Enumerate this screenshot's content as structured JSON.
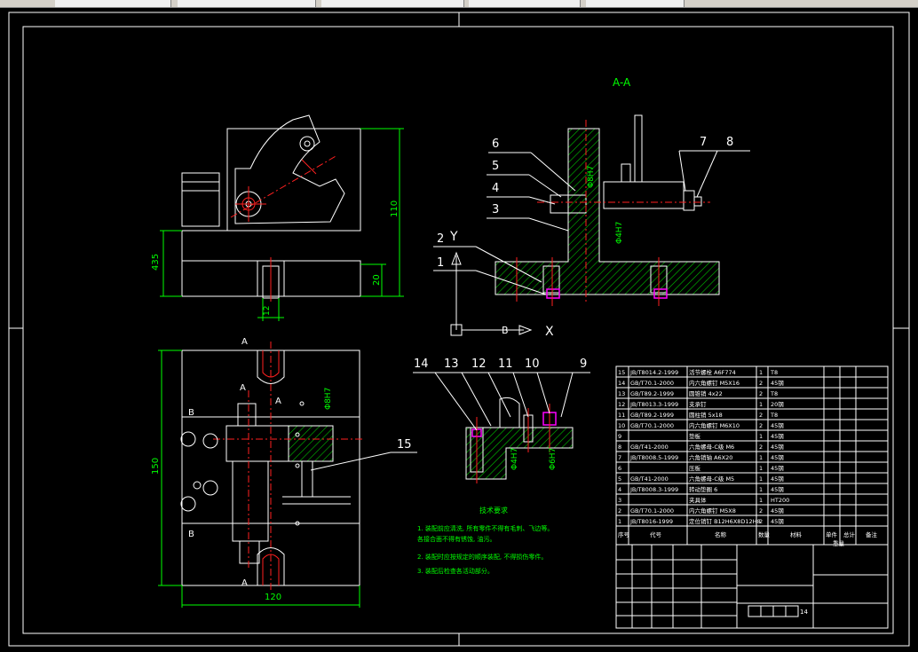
{
  "section_label": "A-A",
  "axis": {
    "y": "Y",
    "x": "X",
    "b": "B"
  },
  "view_labels": {
    "a_top": "A",
    "a_bottom": "A",
    "a_left1": "A",
    "a_left2": "A",
    "b_top": "B",
    "b_bottom": "B"
  },
  "dims": {
    "d110": "110",
    "d435": "435",
    "d20": "20",
    "d12h8": "12",
    "d150": "150",
    "d120": "120",
    "fit1": "Φ8H7",
    "fit2": "Φ4H7",
    "fit3": "Φ4H7",
    "fit4": "Φ6H7",
    "fit5": "Φ8H7"
  },
  "balloons_top": [
    "6",
    "5",
    "4",
    "3",
    "2",
    "1",
    "7",
    "8"
  ],
  "balloons_detail": [
    "14",
    "13",
    "12",
    "11",
    "10",
    "9"
  ],
  "balloon_15": "15",
  "tech_notes": {
    "title": "技术要求",
    "lines": [
      "1. 装配前应清洗, 所有零件不得有毛刺、飞边等。",
      "   各接合面不得有锈蚀, 油污。",
      "2. 装配时应按规定的顺序装配, 不得损伤零件。",
      "3. 装配后检查各活动部分。"
    ]
  },
  "bom": [
    {
      "no": "15",
      "code": "JB/T8014.2-1999",
      "name": "活节螺栓 A6F774",
      "qty": "1",
      "mat": "T8"
    },
    {
      "no": "14",
      "code": "GB/T70.1-2000",
      "name": "内六角螺钉 M5X16",
      "qty": "2",
      "mat": "45钢"
    },
    {
      "no": "13",
      "code": "GB/T89.2-1999",
      "name": "圆锥销 4x22",
      "qty": "2",
      "mat": "T8"
    },
    {
      "no": "12",
      "code": "JB/T8013.3-1999",
      "name": "支承钉",
      "qty": "1",
      "mat": "20钢"
    },
    {
      "no": "11",
      "code": "GB/T89.2-1999",
      "name": "圆柱销 5x18",
      "qty": "2",
      "mat": "T8"
    },
    {
      "no": "10",
      "code": "GB/T70.1-2000",
      "name": "内六角螺钉 M6X10",
      "qty": "2",
      "mat": "45钢"
    },
    {
      "no": "9",
      "code": "",
      "name": "垫板",
      "qty": "1",
      "mat": "45钢"
    },
    {
      "no": "8",
      "code": "GB/T41-2000",
      "name": "六角螺母-C级 M6",
      "qty": "2",
      "mat": "45钢"
    },
    {
      "no": "7",
      "code": "JB/T8008.5-1999",
      "name": "六角销轴 A6X20",
      "qty": "1",
      "mat": "45钢"
    },
    {
      "no": "6",
      "code": "",
      "name": "压板",
      "qty": "1",
      "mat": "45钢"
    },
    {
      "no": "5",
      "code": "GB/T41-2000",
      "name": "六角螺母-C级 M5",
      "qty": "1",
      "mat": "45钢"
    },
    {
      "no": "4",
      "code": "JB/T8008.3-1999",
      "name": "转动垫圈 6",
      "qty": "1",
      "mat": "45钢"
    },
    {
      "no": "3",
      "code": "",
      "name": "夹具体",
      "qty": "1",
      "mat": "HT200"
    },
    {
      "no": "2",
      "code": "GB/T70.1-2000",
      "name": "内六角螺钉 M5X8",
      "qty": "2",
      "mat": "45钢"
    },
    {
      "no": "1",
      "code": "JB/T8016-1999",
      "name": "定位销钉 B12H6X8D12H8",
      "qty": "2",
      "mat": "45钢"
    }
  ],
  "bom_header": {
    "no": "序号",
    "code": "代号",
    "name": "名称",
    "qty": "数量",
    "mat": "材料",
    "single": "单件",
    "total": "总计",
    "weight": "重量",
    "remark": "备注"
  },
  "title_block": {
    "sheet_no": "14"
  }
}
